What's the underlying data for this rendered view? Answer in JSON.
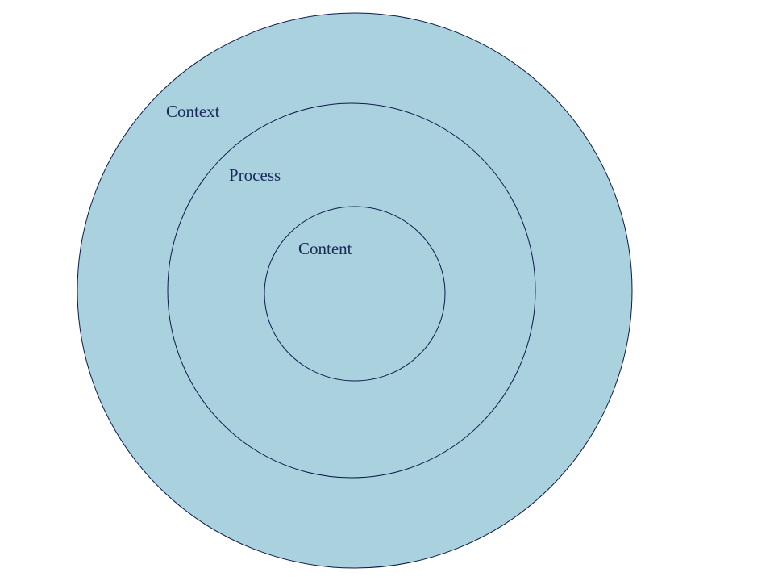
{
  "diagram": {
    "type": "concentric-circles",
    "fill_color": "#aad1de",
    "stroke_color": "#0d1a4d",
    "label_color": "#1a2b5a",
    "rings": [
      {
        "id": "outer",
        "label": "Context"
      },
      {
        "id": "middle",
        "label": "Process"
      },
      {
        "id": "inner",
        "label": "Content"
      }
    ]
  }
}
